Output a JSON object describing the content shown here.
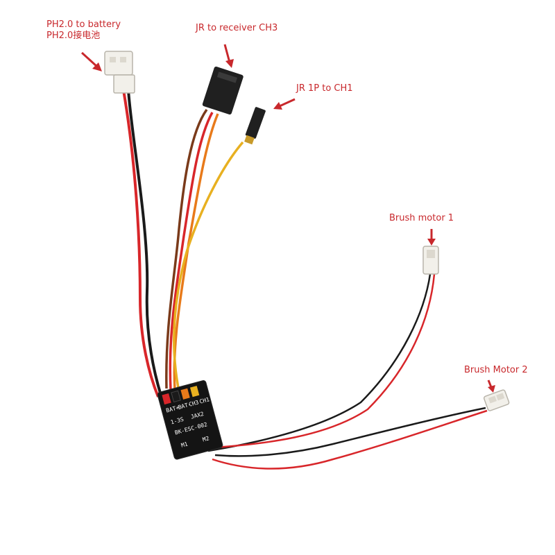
{
  "colors": {
    "label_text": "#c8282c",
    "arrow": "#c8282c",
    "wire_red": "#d8262a",
    "wire_black": "#1a1a1a",
    "wire_yellow": "#e8b020",
    "wire_orange": "#e87a1a",
    "wire_brown": "#7a3a1a",
    "connector_white": "#f2f0ea",
    "connector_black": "#202020",
    "pcb": "#141414"
  },
  "labels": {
    "battery": "PH2.0 to battery",
    "battery_cn": "PH2.0接电池",
    "receiver": "JR to receiver CH3",
    "ch1": "JR 1P to CH1",
    "motor1": "Brush motor 1",
    "motor2": "Brush Motor 2"
  },
  "pcb": {
    "pads": [
      "BAT+",
      "BAT-",
      "CH3",
      "CH1"
    ],
    "line1": "1-3S",
    "line2": "JAX2",
    "line3": "BK-ESC-002",
    "m1": "M1",
    "m2": "M2"
  }
}
